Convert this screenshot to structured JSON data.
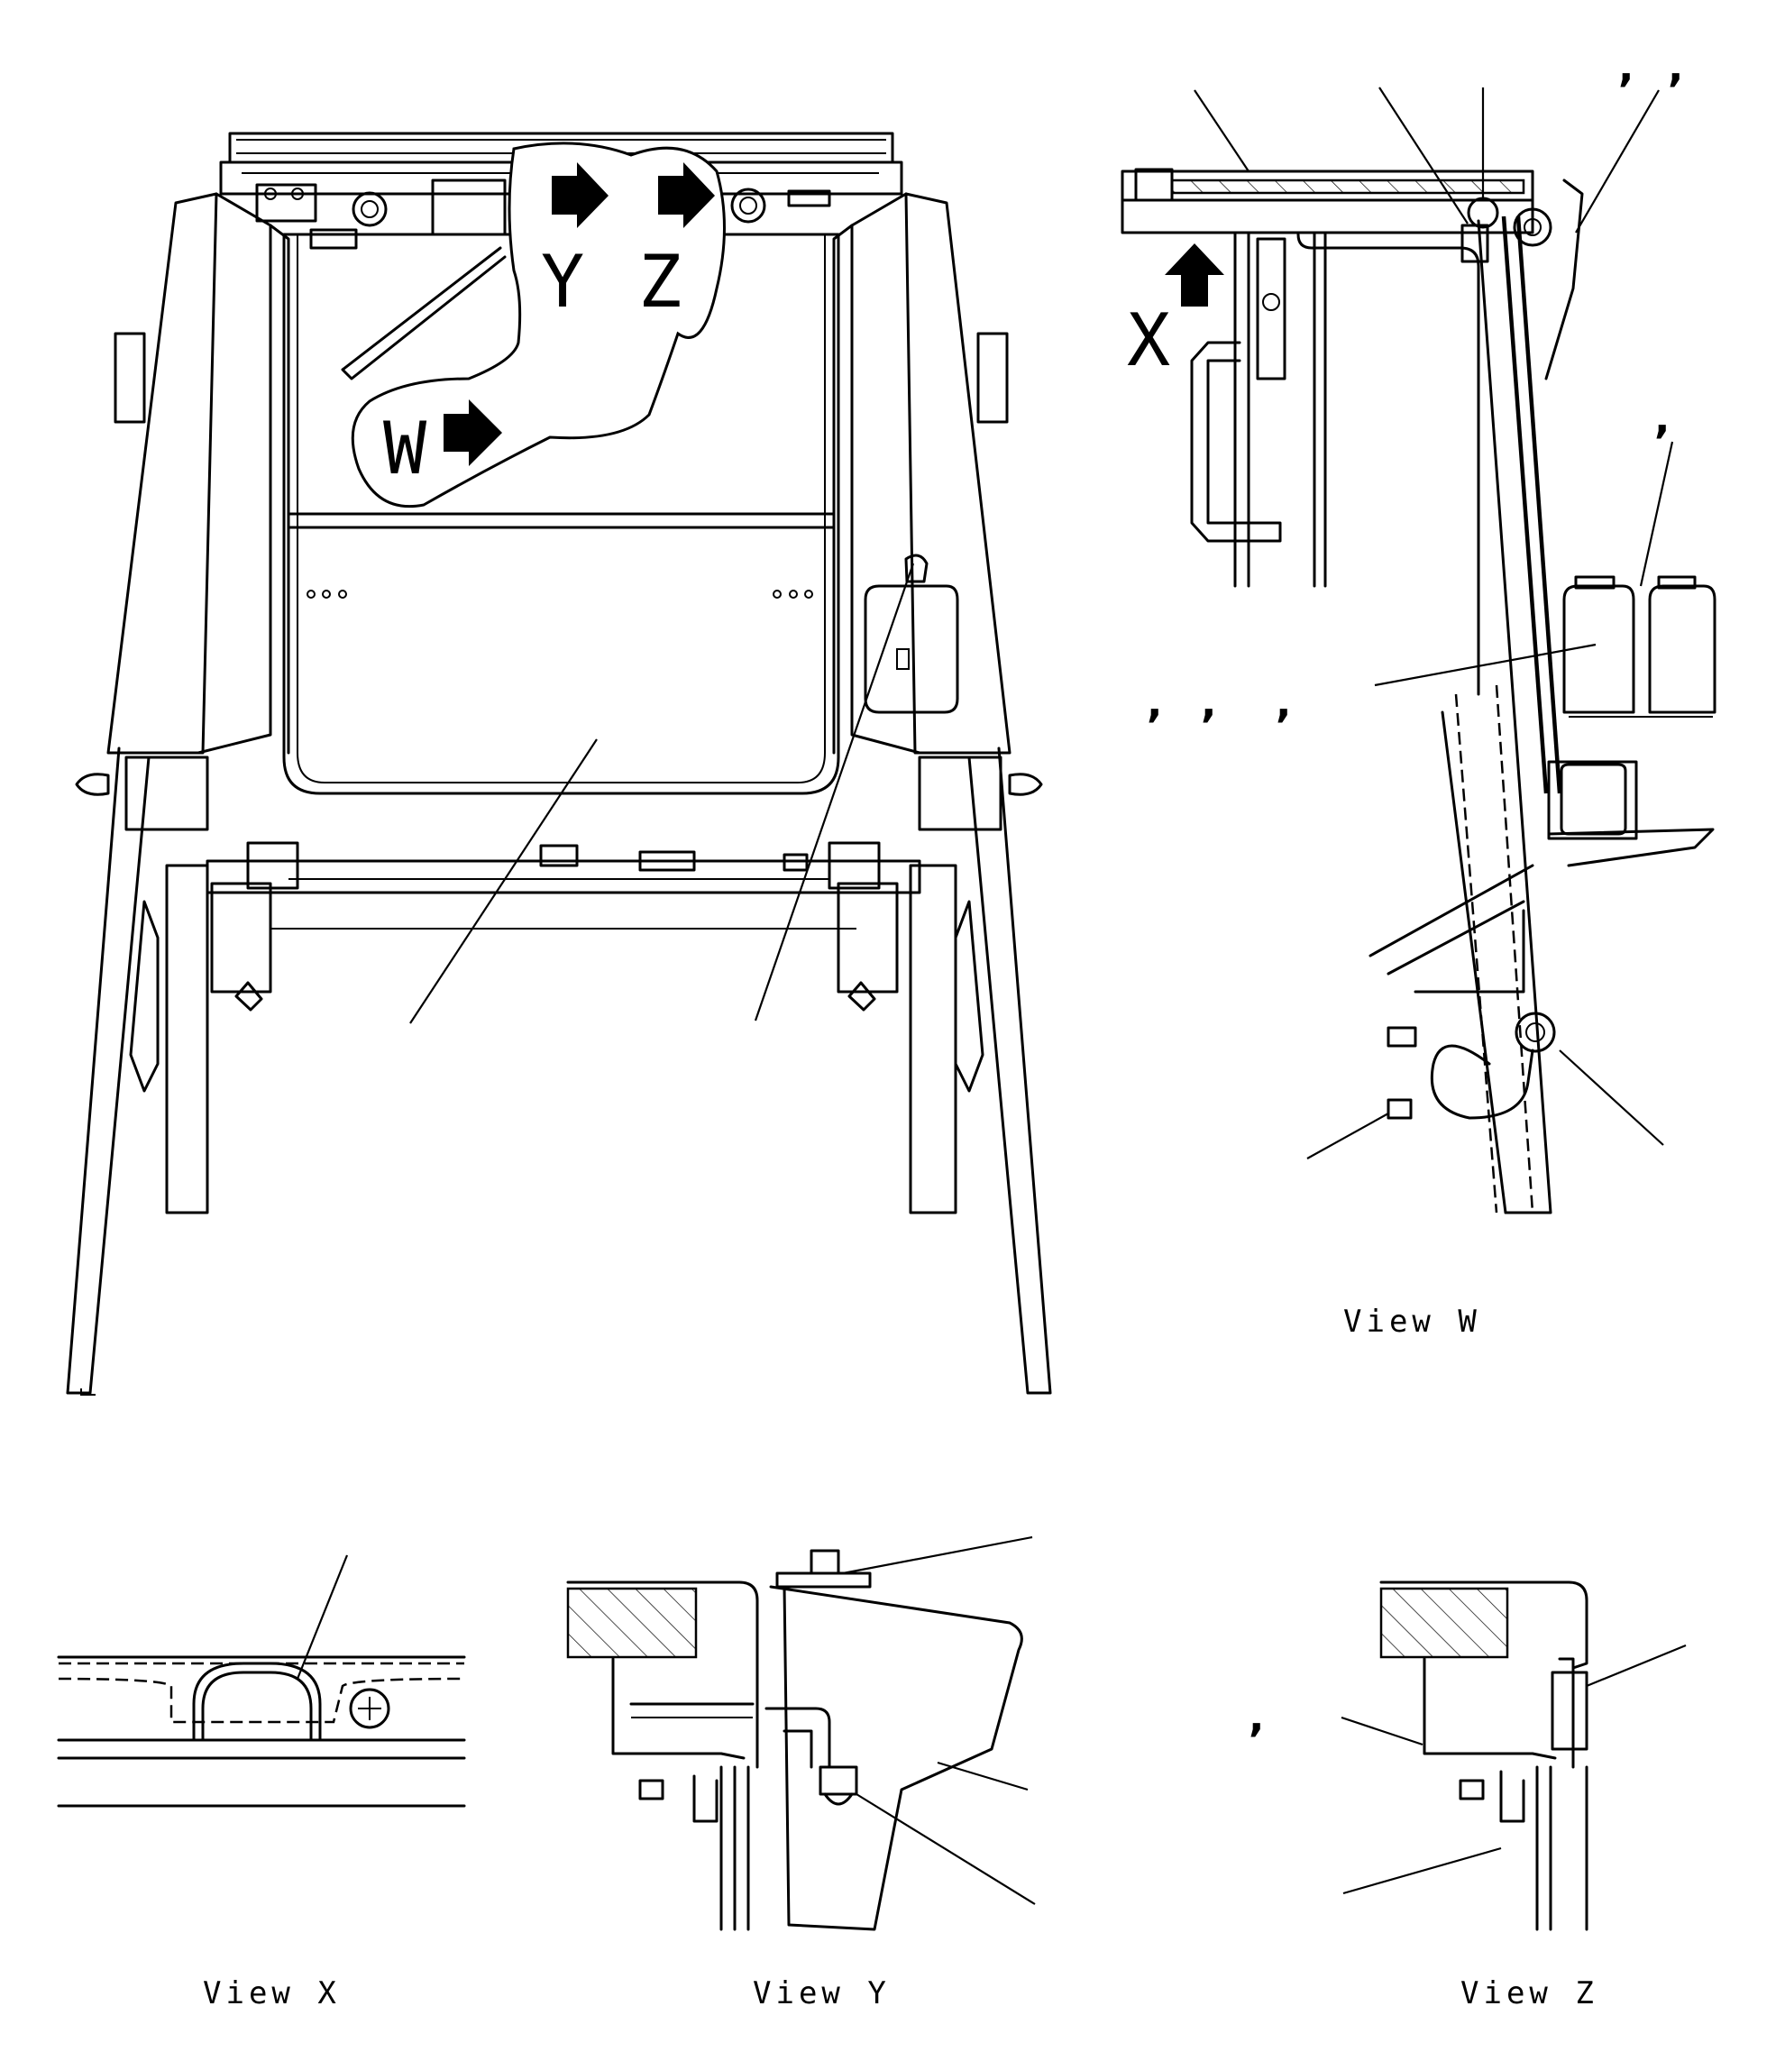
{
  "views": {
    "view_w": "View W",
    "view_x": "View X",
    "view_y": "View Y",
    "view_z": "View Z"
  },
  "callouts": {
    "w": "W",
    "x": "X",
    "y": "Y",
    "z": "Z"
  },
  "marks": {
    "comma": ","
  }
}
